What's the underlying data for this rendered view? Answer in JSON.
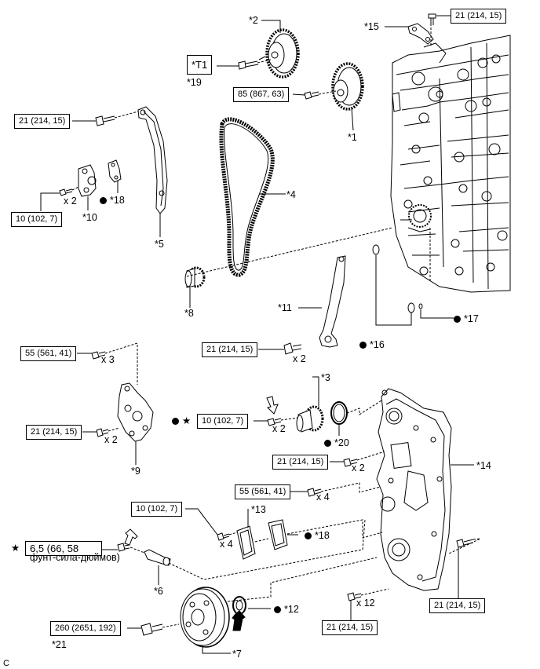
{
  "parts": {
    "p1": "*1",
    "p2": "*2",
    "p3": "*3",
    "p4": "*4",
    "p5": "*5",
    "p6": "*6",
    "p7": "*7",
    "p8": "*8",
    "p9": "*9",
    "p10": "*10",
    "p11": "*11",
    "p12": "*12",
    "p13": "*13",
    "p14": "*14",
    "p15": "*15",
    "p16": "*16",
    "p17": "*17",
    "p18": "*18",
    "p19": "*19",
    "p20": "*20",
    "p21": "*21",
    "t1": "*T1"
  },
  "torques": {
    "t21": "21 (214, 15)",
    "t85": "85 (867, 63)",
    "t10": "10 (102, 7)",
    "t55": "55 (561, 41)",
    "t260": "260 (2651, 192)",
    "t65_line1": "6,5 (66, 58",
    "t65_line2": "фунт-сила-дюймов)"
  },
  "qty": {
    "x2": "x 2",
    "x3": "x 3",
    "x4": "x 4",
    "x12": "x 12"
  },
  "symbols": {
    "star": "★"
  },
  "corner": "C"
}
